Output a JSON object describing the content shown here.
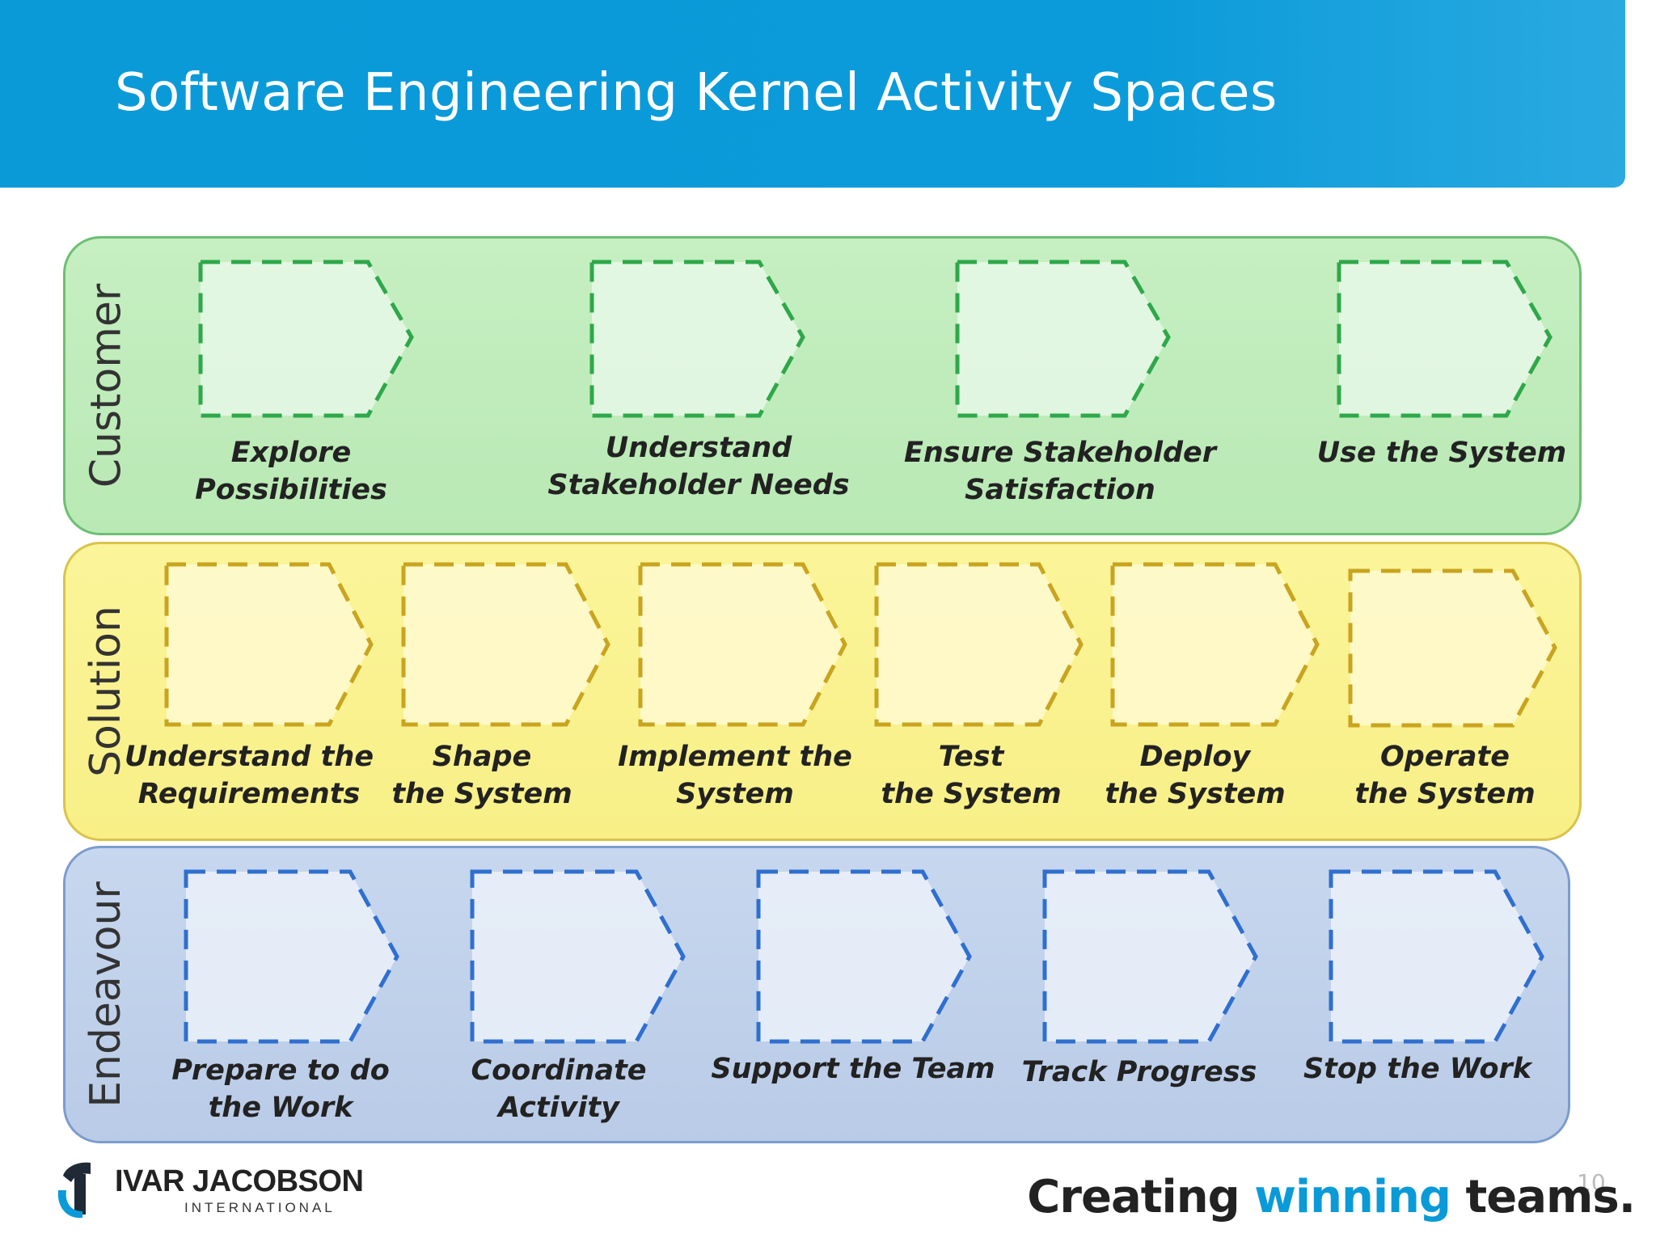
{
  "header": {
    "title": "Software Engineering Kernel Activity Spaces"
  },
  "colors": {
    "header_blue": "#0a9ad8",
    "customer_fill": "#c6efc2",
    "customer_dash": "#2ea84a",
    "solution_fill": "#fbf59a",
    "solution_dash": "#c9a41f",
    "endeavour_fill": "#c7d7ee",
    "endeavour_dash": "#2f6fcf"
  },
  "bands": {
    "customer": {
      "label": "Customer",
      "activities": [
        {
          "line1": "Explore",
          "line2": "Possibilities"
        },
        {
          "line1": "Understand",
          "line2": "Stakeholder Needs"
        },
        {
          "line1": "Ensure Stakeholder",
          "line2": "Satisfaction"
        },
        {
          "line1": "Use the System",
          "line2": ""
        }
      ]
    },
    "solution": {
      "label": "Solution",
      "activities": [
        {
          "line1": "Understand the",
          "line2": "Requirements"
        },
        {
          "line1": "Shape",
          "line2": "the System"
        },
        {
          "line1": "Implement the",
          "line2": "System"
        },
        {
          "line1": "Test",
          "line2": "the System"
        },
        {
          "line1": "Deploy",
          "line2": "the System"
        },
        {
          "line1": "Operate",
          "line2": "the System"
        }
      ]
    },
    "endeavour": {
      "label": "Endeavour",
      "activities": [
        {
          "line1": "Prepare to do",
          "line2": "the Work"
        },
        {
          "line1": "Coordinate",
          "line2": "Activity"
        },
        {
          "line1": "Support the Team",
          "line2": ""
        },
        {
          "line1": "Track Progress",
          "line2": ""
        },
        {
          "line1": "Stop the Work",
          "line2": ""
        }
      ]
    }
  },
  "footer": {
    "logo_name": "IVAR JACOBSON",
    "logo_sub": "INTERNATIONAL",
    "tagline_part1": "Creating ",
    "tagline_accent": "winning",
    "tagline_part2": " teams.",
    "page_number": "10"
  }
}
